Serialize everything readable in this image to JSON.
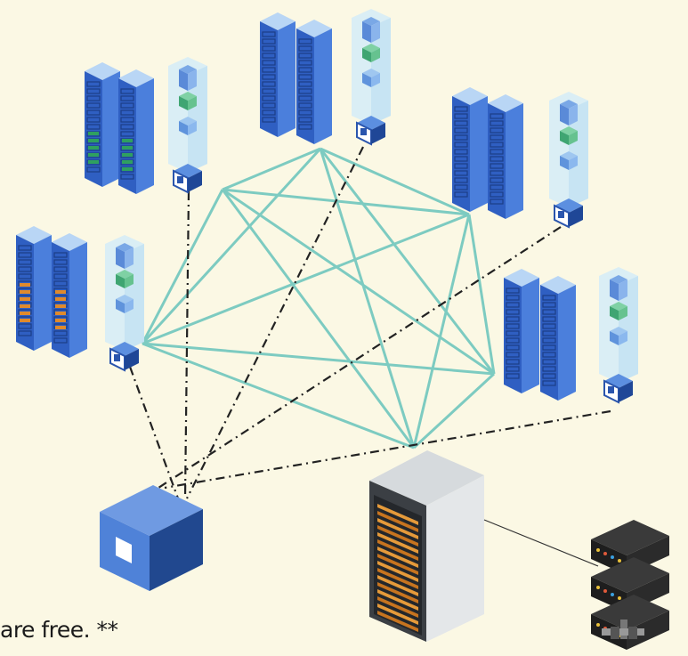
{
  "caption": "are free. **",
  "colors": {
    "background": "#fbf8e4",
    "mesh_line": "#7dcbc1",
    "dash_line": "#222222",
    "rack_blue": "#3f6fd0",
    "rack_dark": "#2450a6",
    "rack_top": "#aecdf2",
    "glass": "#cfeaf7",
    "cube_light": "#4f82d8",
    "cube_dark": "#21488f",
    "slot_green": "#2fa060",
    "slot_orange": "#e08a2c"
  },
  "icons": [
    "server-rack-icon",
    "node-icon",
    "hub-cube-icon",
    "datacenter-server-icon",
    "stacked-server-icon"
  ],
  "clusters": [
    {
      "name": "cluster-left",
      "slot_accent": "orange"
    },
    {
      "name": "cluster-upper-left",
      "slot_accent": "green"
    },
    {
      "name": "cluster-top",
      "slot_accent": "none"
    },
    {
      "name": "cluster-upper-right",
      "slot_accent": "none"
    },
    {
      "name": "cluster-right",
      "slot_accent": "none"
    }
  ]
}
